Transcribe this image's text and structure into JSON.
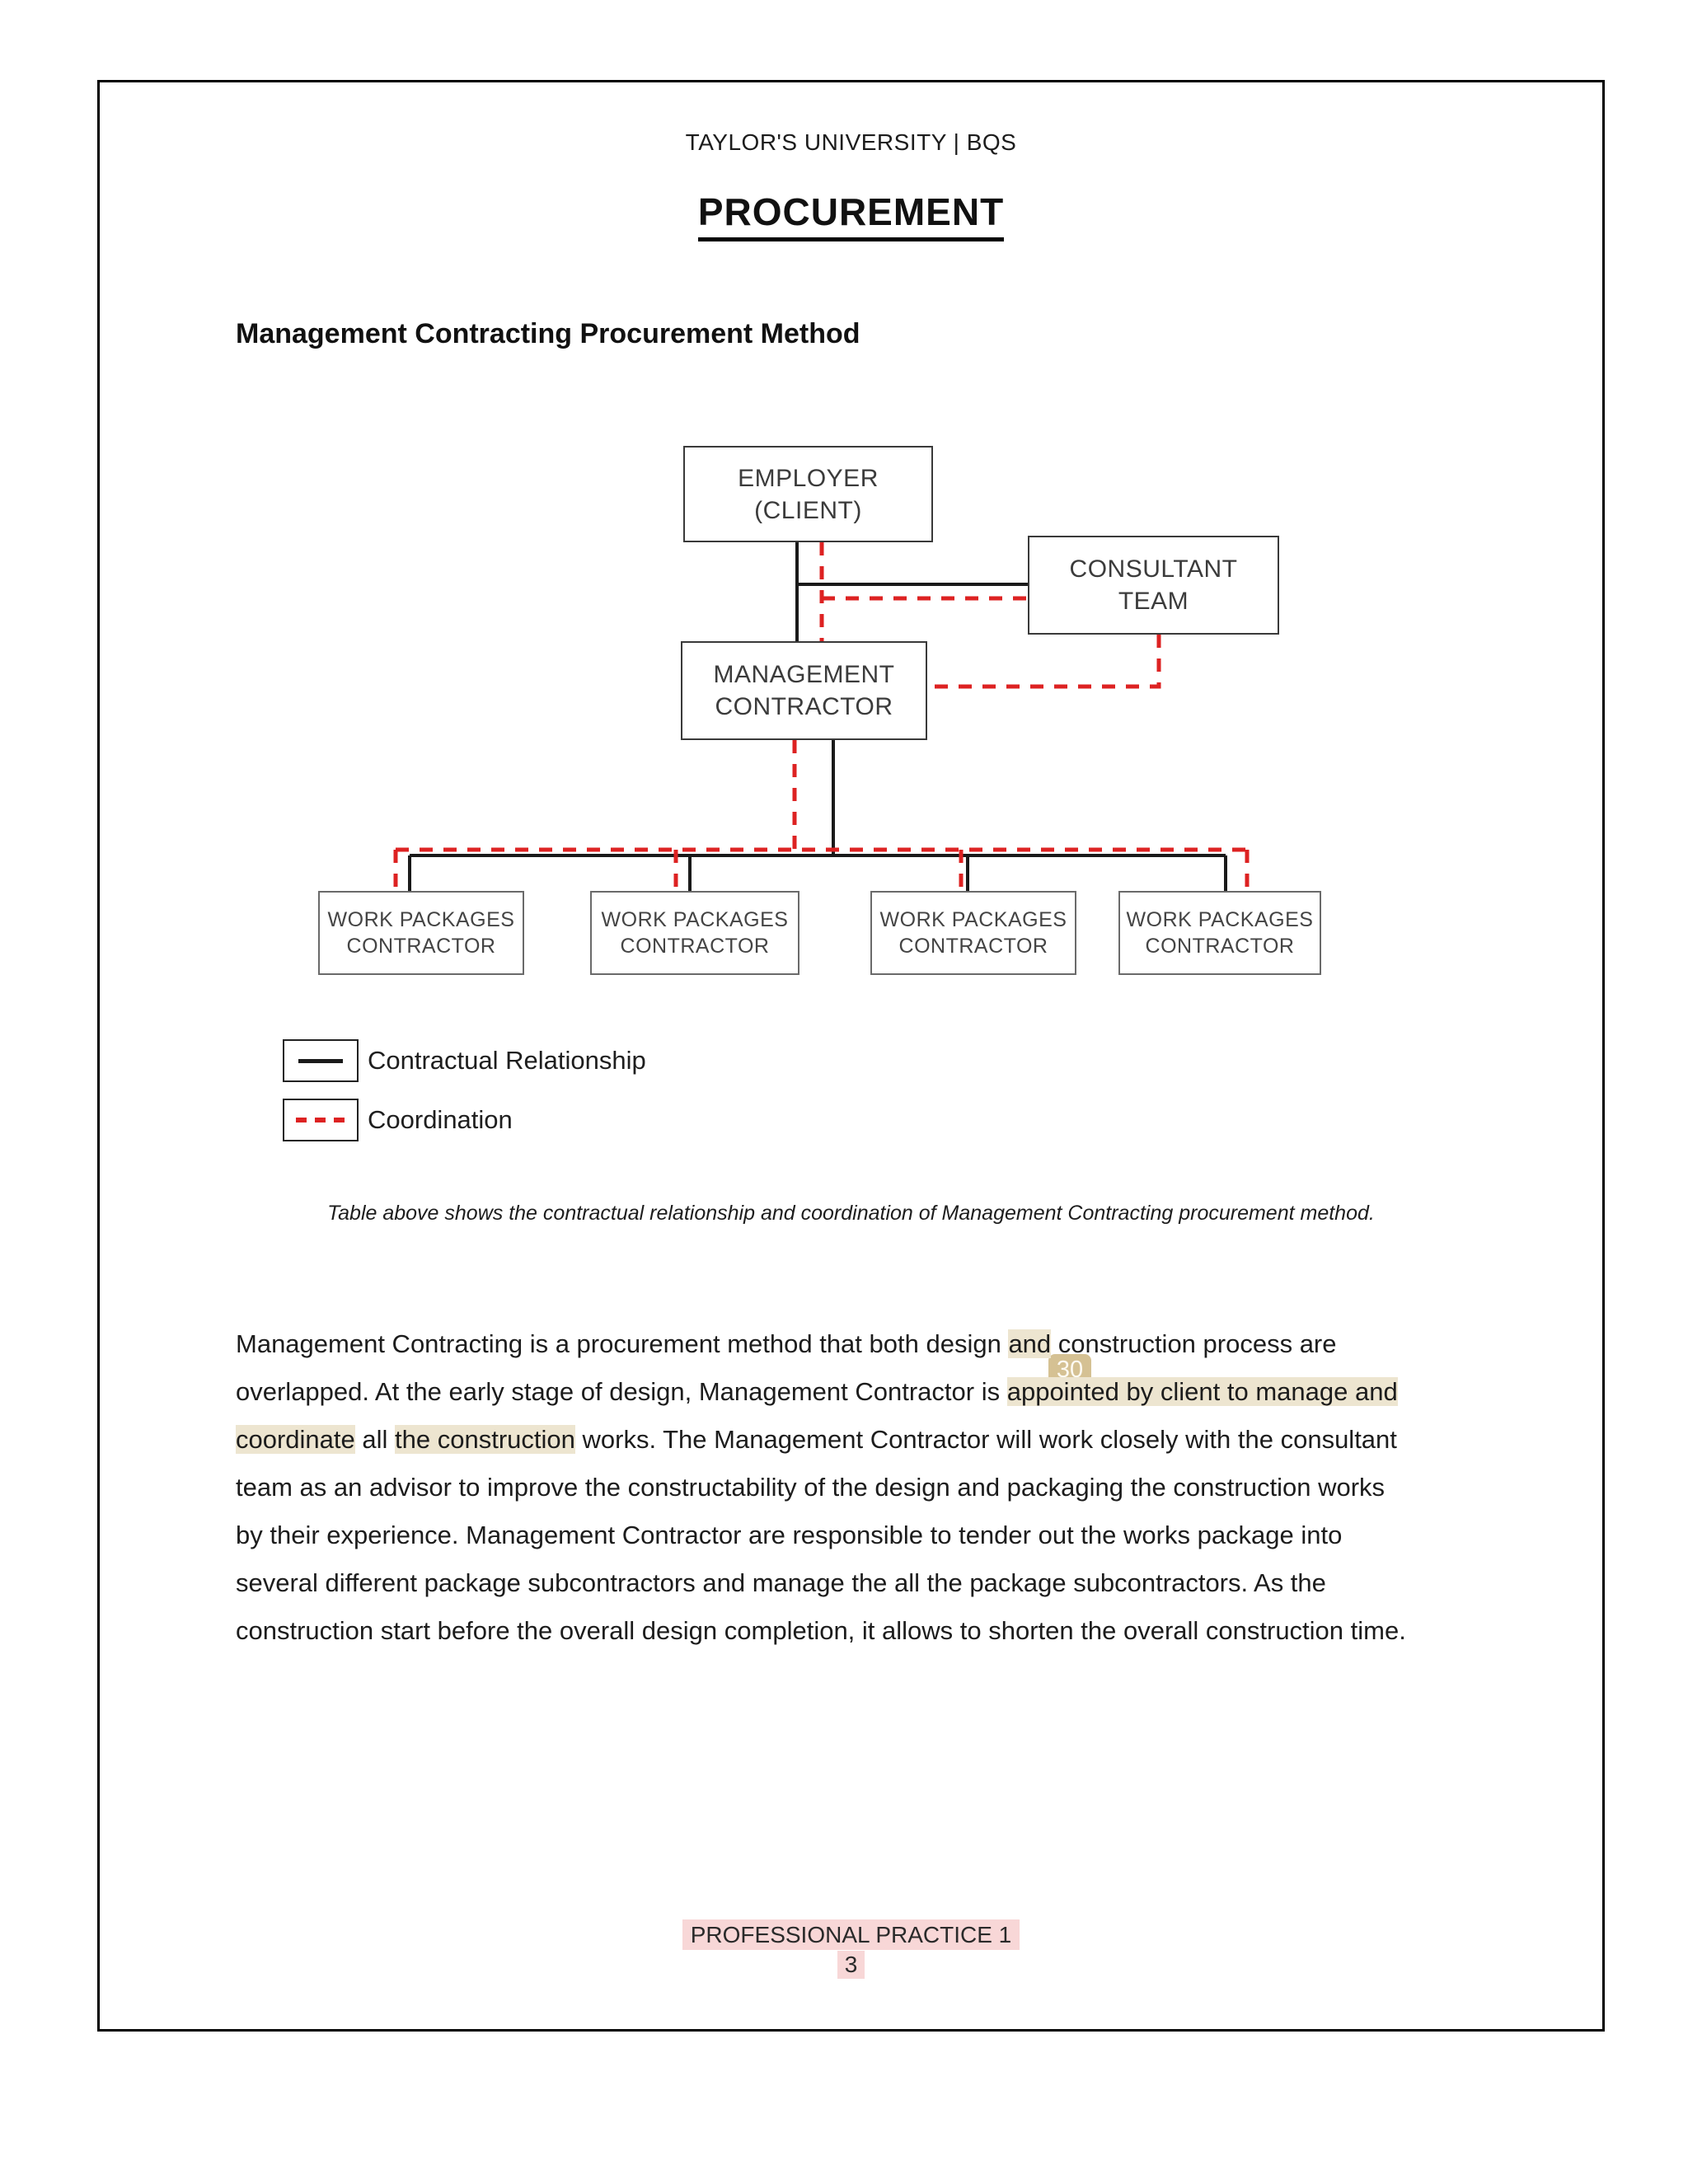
{
  "page": {
    "header": "TAYLOR'S UNIVERSITY | BQS",
    "title": "PROCUREMENT",
    "section_heading": "Management Contracting Procurement Method",
    "caption": "Table above shows the contractual relationship and coordination of Management Contracting procurement method.",
    "footer_line": "PROFESSIONAL PRACTICE 1",
    "page_number": "3"
  },
  "diagram": {
    "nodes": {
      "employer": {
        "line1": "EMPLOYER",
        "line2": "(CLIENT)"
      },
      "consultant": {
        "line1": "CONSULTANT",
        "line2": "TEAM"
      },
      "management": {
        "line1": "MANAGEMENT",
        "line2": "CONTRACTOR"
      },
      "wp1": {
        "line1": "WORK PACKAGES",
        "line2": "CONTRACTOR"
      },
      "wp2": {
        "line1": "WORK PACKAGES",
        "line2": "CONTRACTOR"
      },
      "wp3": {
        "line1": "WORK PACKAGES",
        "line2": "CONTRACTOR"
      },
      "wp4": {
        "line1": "WORK PACKAGES",
        "line2": "CONTRACTOR"
      }
    },
    "legend": {
      "contractual_label": "Contractual Relationship",
      "coordination_label": "Coordination"
    }
  },
  "annotation": {
    "badge": "30"
  },
  "paragraph": {
    "l1a": "Management Contracting is a procurement method that both design ",
    "l1b": "and",
    "l1c": " construction process are",
    "l2a": "overlapped. At the early stage of design, Management Contractor is ",
    "l2b": "appointed by client to manage and",
    "l3a": "coordinate",
    "l3b": " all ",
    "l3c": "the construction",
    "l3d": " works. The Management Contractor will work closely with the consultant",
    "l4": "team as an advisor to improve the constructability of the design and packaging the construction works",
    "l5": "by their experience. Management Contractor are responsible to tender out the works package into",
    "l6": "several different package subcontractors and manage the all the package subcontractors. As the",
    "l7": "construction start before the overall design completion, it allows to shorten the overall construction time."
  },
  "colors": {
    "contractual": "#1a1a1a",
    "coordination": "#dd2222",
    "highlight": "#ede5d0",
    "badge": "#d5c193",
    "footer_highlight": "#f8d7d7"
  }
}
